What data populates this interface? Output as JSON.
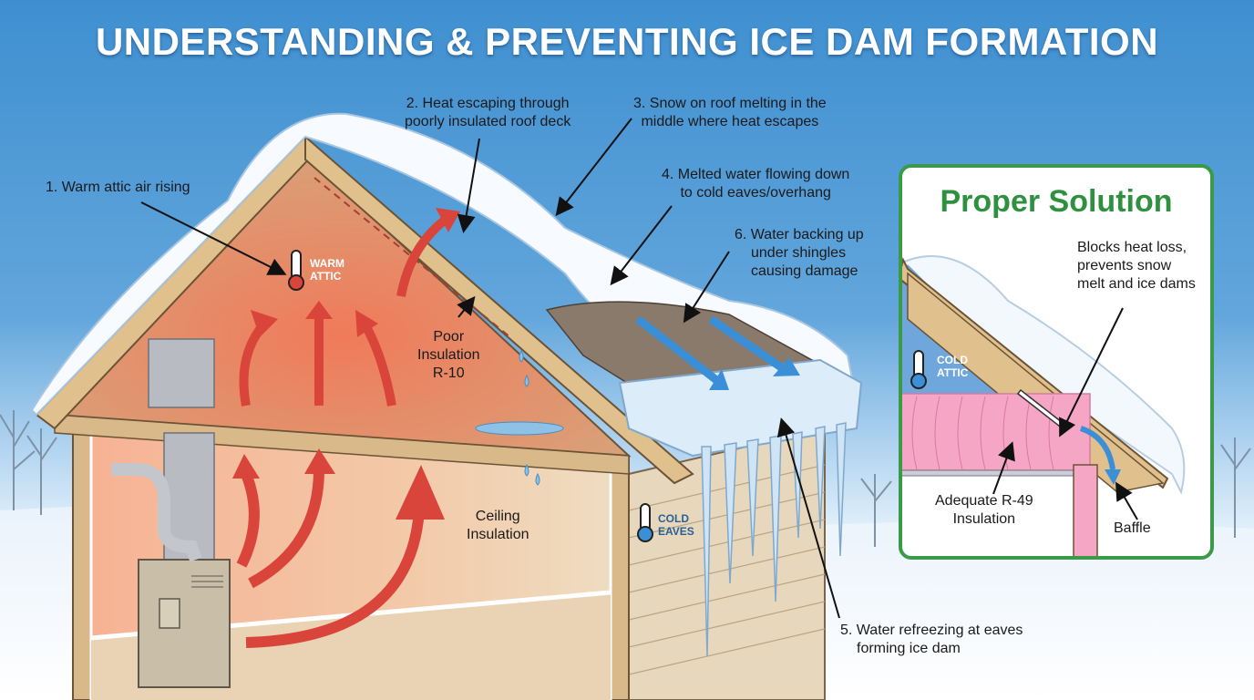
{
  "title": "UNDERSTANDING & PREVENTING ICE DAM FORMATION",
  "callouts": {
    "c1": "1. Warm attic air rising",
    "c2_line1": "2. Heat escaping through",
    "c2_line2": "poorly insulated roof deck",
    "c3_line1": "3. Snow on roof melting in the",
    "c3_line2": "middle where heat escapes",
    "c4_line1": "4. Melted water flowing down",
    "c4_line2": "to cold eaves/overhang",
    "c5_line1": "5. Water refreezing at eaves",
    "c5_line2": "forming ice dam",
    "c6_line1": "6. Water backing up",
    "c6_line2": "under shingles",
    "c6_line3": "causing damage"
  },
  "labels": {
    "poor_insulation_1": "Poor",
    "poor_insulation_2": "Insulation",
    "poor_insulation_3": "R-10",
    "ceiling_insulation_1": "Ceiling",
    "ceiling_insulation_2": "Insulation"
  },
  "tags": {
    "warm_attic_1": "WARM",
    "warm_attic_2": "ATTIC",
    "cold_eaves_1": "COLD",
    "cold_eaves_2": "EAVES"
  },
  "solution_panel": {
    "title": "Proper Solution",
    "note_line1": "Blocks heat loss,",
    "note_line2": "prevents snow",
    "note_line3": "melt and ice dams",
    "cold_attic_1": "COLD",
    "cold_attic_2": "ATTIC",
    "insulation_1": "Adequate R-49",
    "insulation_2": "Insulation",
    "baffle": "Baffle"
  },
  "colors": {
    "sky_top": "#3f8fd0",
    "solution_green": "#3a9a47",
    "heat_red": "#d9453a",
    "water_blue": "#3a8fd6",
    "insulation_pink": "#f4a6c4"
  }
}
